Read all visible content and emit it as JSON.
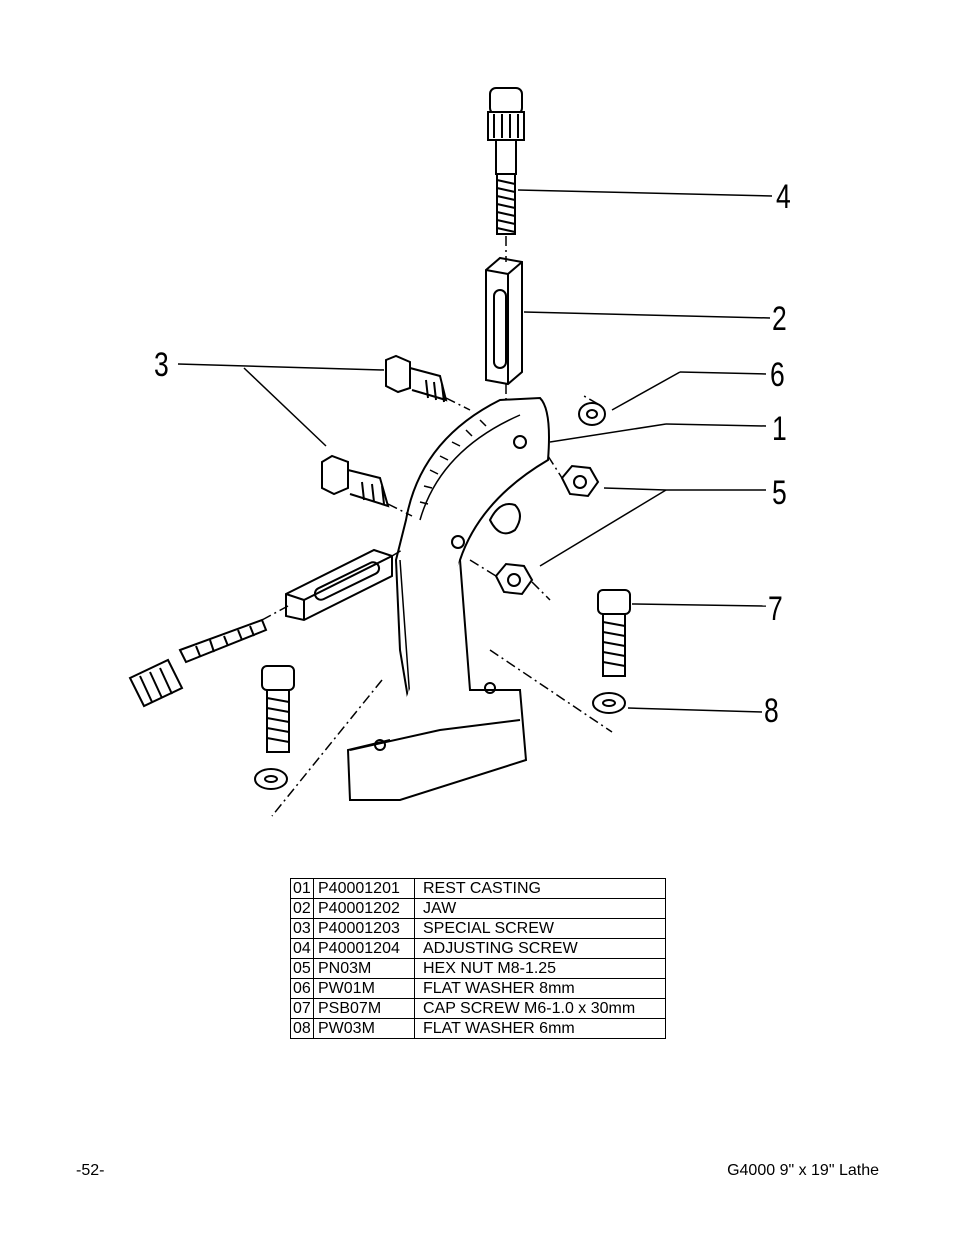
{
  "callouts": [
    "4",
    "2",
    "3",
    "6",
    "1",
    "5",
    "7",
    "8"
  ],
  "parts": [
    {
      "ref": "01",
      "part_no": "P40001201",
      "description": "REST CASTING"
    },
    {
      "ref": "02",
      "part_no": "P40001202",
      "description": "JAW"
    },
    {
      "ref": "03",
      "part_no": "P40001203",
      "description": "SPECIAL SCREW"
    },
    {
      "ref": "04",
      "part_no": "P40001204",
      "description": "ADJUSTING SCREW"
    },
    {
      "ref": "05",
      "part_no": "PN03M",
      "description": "HEX NUT M8-1.25"
    },
    {
      "ref": "06",
      "part_no": "PW01M",
      "description": "FLAT WASHER 8mm"
    },
    {
      "ref": "07",
      "part_no": "PSB07M",
      "description": "CAP SCREW M6-1.0 x 30mm"
    },
    {
      "ref": "08",
      "part_no": "PW03M",
      "description": "FLAT WASHER 6mm"
    }
  ],
  "footer": {
    "page_number": "-52-",
    "title": "G4000 9\" x 19\" Lathe"
  }
}
